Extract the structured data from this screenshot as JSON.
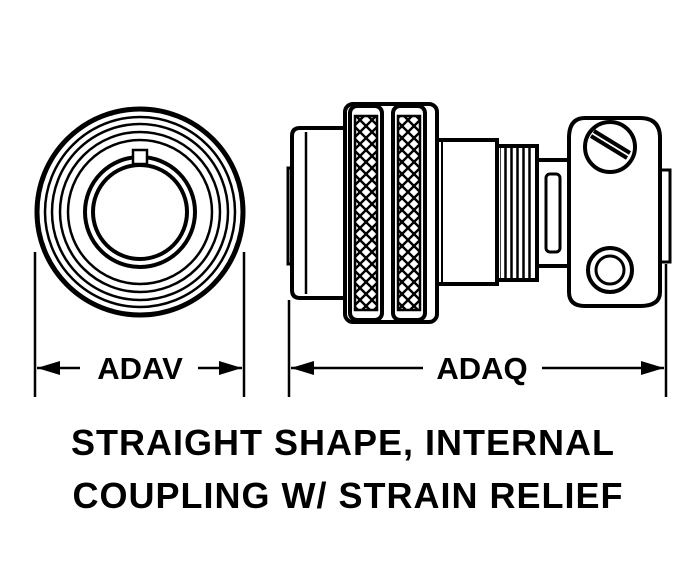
{
  "diagram": {
    "dimensions": {
      "end_view": "ADAV",
      "side_view": "ADAQ"
    },
    "caption": {
      "line1": "STRAIGHT SHAPE, INTERNAL",
      "line2": "COUPLING W/ STRAIN RELIEF"
    },
    "line_color": "#000000",
    "background": "#ffffff"
  }
}
